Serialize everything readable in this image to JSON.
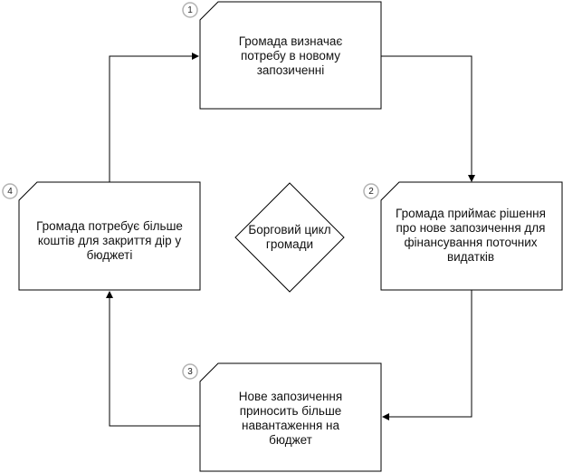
{
  "diagram": {
    "center_label": "Борговий цикл громади",
    "steps": [
      {
        "number": "1",
        "text": "Громада визначає потребу в новому запозиченні"
      },
      {
        "number": "2",
        "text": "Громада приймає рішення про нове запозичення для фінансування поточних видатків"
      },
      {
        "number": "3",
        "text": "Нове запозичення приносить більше навантаження на бюджет"
      },
      {
        "number": "4",
        "text": "Громада потребує більше коштів для закриття дір у бюджеті"
      }
    ]
  },
  "colors": {
    "stroke": "#000000",
    "badge_stroke": "#b3b3b3",
    "text": "#111111"
  }
}
